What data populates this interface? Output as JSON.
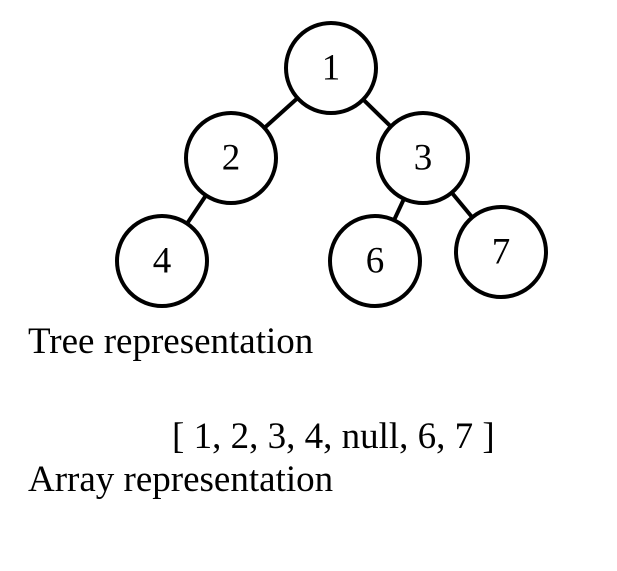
{
  "tree": {
    "nodes": [
      {
        "id": "n1",
        "label": "1"
      },
      {
        "id": "n2",
        "label": "2"
      },
      {
        "id": "n3",
        "label": "3"
      },
      {
        "id": "n4",
        "label": "4"
      },
      {
        "id": "n6",
        "label": "6"
      },
      {
        "id": "n7",
        "label": "7"
      }
    ],
    "edges": [
      {
        "from": "n1",
        "to": "n2"
      },
      {
        "from": "n1",
        "to": "n3"
      },
      {
        "from": "n2",
        "to": "n4"
      },
      {
        "from": "n3",
        "to": "n6"
      },
      {
        "from": "n3",
        "to": "n7"
      }
    ]
  },
  "captions": {
    "tree": "Tree representation",
    "array_line": "[ 1, 2, 3, 4, null, 6, 7 ]",
    "array": "Array representation"
  }
}
